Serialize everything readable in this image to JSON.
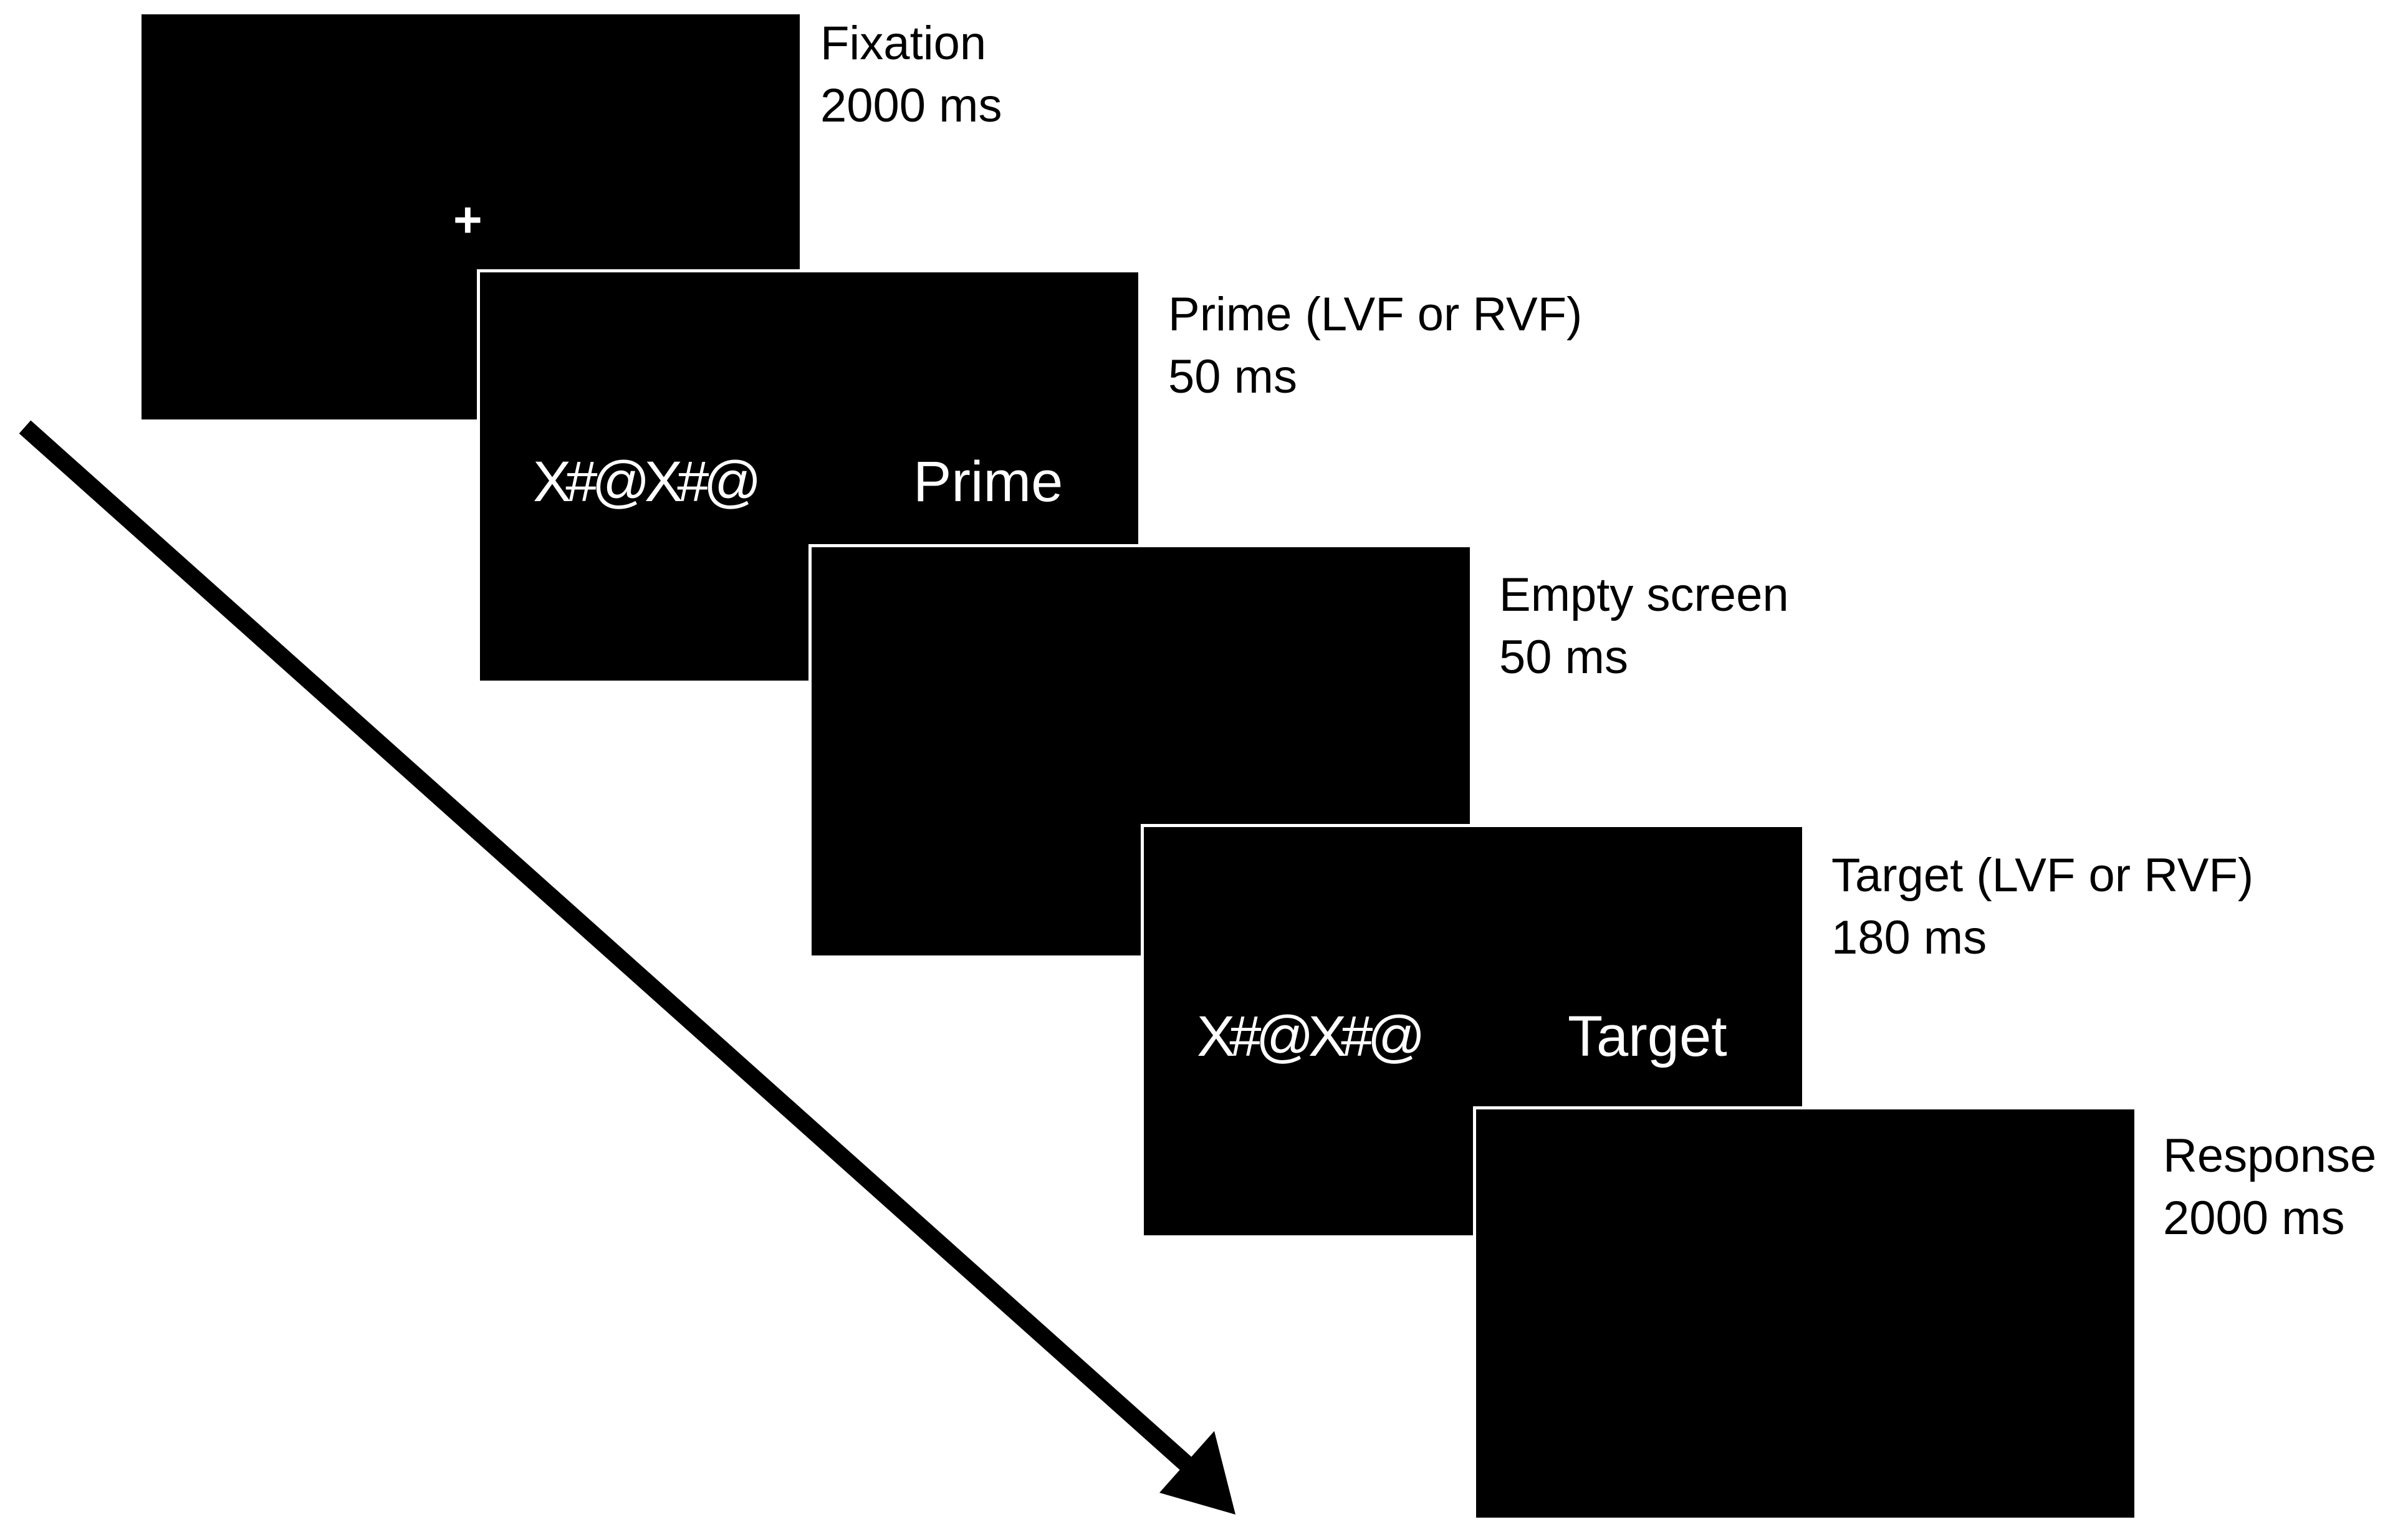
{
  "frames": [
    {
      "name": "Fixation",
      "duration": "2000 ms",
      "stimulus": "+"
    },
    {
      "name": "Prime (LVF or RVF)",
      "duration": "50 ms",
      "mask": "X#@X#@",
      "word": "Prime"
    },
    {
      "name": "Empty screen",
      "duration": "50 ms"
    },
    {
      "name": "Target (LVF or RVF)",
      "duration": "180 ms",
      "mask": "X#@X#@",
      "word": "Target"
    },
    {
      "name": "Response",
      "duration": "2000 ms"
    }
  ],
  "colors": {
    "screen": "#000000",
    "stimulus_text": "#ffffff",
    "label_text": "#000000",
    "arrow": "#000000"
  },
  "icons": {
    "time_arrow": "diagonal-arrow-icon"
  }
}
